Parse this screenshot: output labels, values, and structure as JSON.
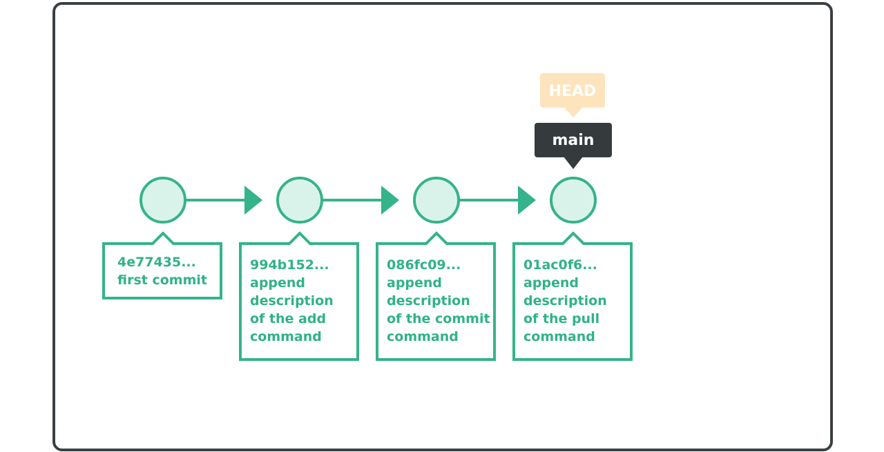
{
  "colors": {
    "frame_border": "#3a3f42",
    "commit_stroke": "#35b38a",
    "commit_fill": "#daf3ea",
    "text_green": "#2fb386",
    "head_bg": "#fde4bd",
    "main_bg": "#353b3d",
    "label_text": "#ffffff"
  },
  "commits": [
    {
      "hash": "4e77435...",
      "lines": [
        "first commit"
      ]
    },
    {
      "hash": "994b152...",
      "lines": [
        "append",
        "description",
        "of the add",
        "command"
      ]
    },
    {
      "hash": "086fc09...",
      "lines": [
        "append",
        "description",
        "of the commit",
        "command"
      ]
    },
    {
      "hash": "01ac0f6...",
      "lines": [
        "append",
        "description",
        "of the pull",
        "command"
      ]
    }
  ],
  "head_label": "HEAD",
  "branch_label": "main"
}
